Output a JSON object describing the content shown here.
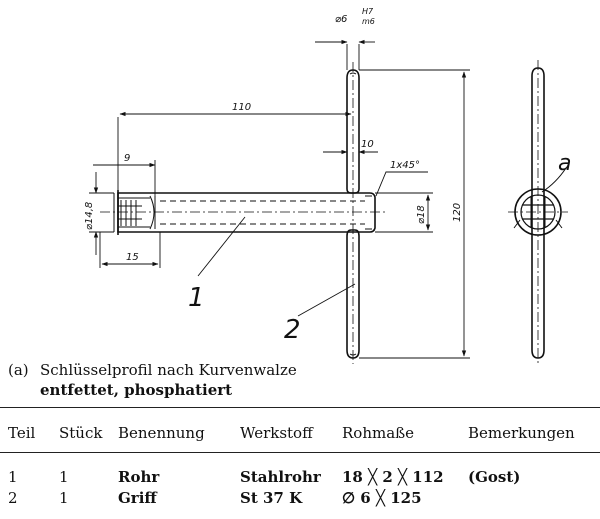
{
  "drawing": {
    "dimensions": {
      "d_pin": "⌀6",
      "d_pin_fit_upper": "H7",
      "d_pin_fit_lower": "m6",
      "len_total": "110",
      "len_10": "10",
      "chamfer": "1x45°",
      "len_9": "9",
      "dia_148": "⌀14,8",
      "len_15": "15",
      "dia_18": "⌀18",
      "height_120": "120"
    },
    "part_labels": {
      "p1": "1",
      "p2": "2"
    },
    "detail_label": "a"
  },
  "note": {
    "marker": "(a)",
    "line1": "Schlüsselprofil nach Kurvenwalze",
    "line2": "entfettet, phosphatiert"
  },
  "table": {
    "headers": [
      "Teil",
      "Stück",
      "Benennung",
      "Werkstoff",
      "Rohmaße",
      "Bemerkungen"
    ],
    "rows": [
      [
        "1",
        "1",
        "Rohr",
        "Stahlrohr",
        "18 ╳ 2 ╳ 112",
        "(Gost)"
      ],
      [
        "2",
        "1",
        "Griff",
        "St 37 K",
        "∅ 6 ╳ 125",
        ""
      ]
    ]
  }
}
